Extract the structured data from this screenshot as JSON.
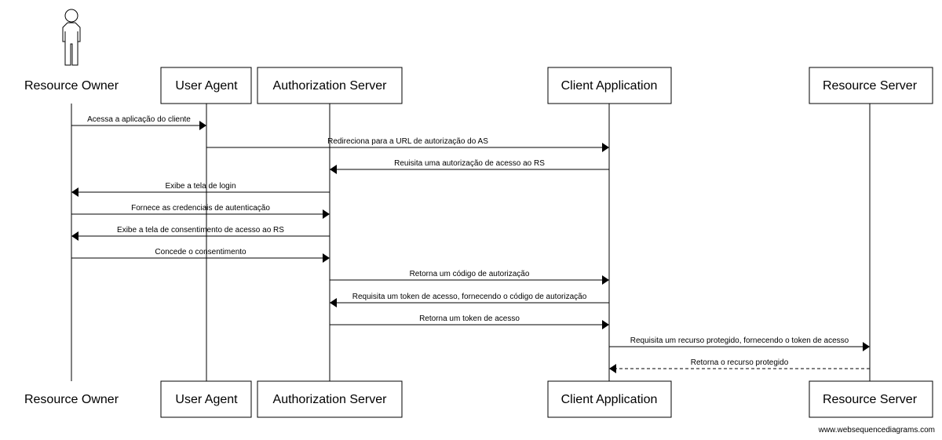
{
  "diagram": {
    "colors": {
      "line": "#000000",
      "box_fill": "#ffffff",
      "background": "#ffffff"
    },
    "participants": [
      {
        "id": "ro",
        "label": "Resource Owner",
        "kind": "actor"
      },
      {
        "id": "ua",
        "label": "User Agent",
        "kind": "box"
      },
      {
        "id": "as",
        "label": "Authorization Server",
        "kind": "box"
      },
      {
        "id": "ca",
        "label": "Client Application",
        "kind": "box"
      },
      {
        "id": "rs",
        "label": "Resource Server",
        "kind": "box"
      }
    ],
    "messages": [
      {
        "from": "ro",
        "to": "ua",
        "label": "Acessa a aplicação do cliente",
        "style": "solid"
      },
      {
        "from": "ua",
        "to": "ca",
        "label": "Redireciona para a URL de autorização do AS",
        "style": "solid"
      },
      {
        "from": "ca",
        "to": "as",
        "label": "Reuisita uma autorização de acesso ao RS",
        "style": "solid"
      },
      {
        "from": "as",
        "to": "ro",
        "label": "Exibe a tela de login",
        "style": "solid"
      },
      {
        "from": "ro",
        "to": "as",
        "label": "Fornece as credenciais de autenticação",
        "style": "solid"
      },
      {
        "from": "as",
        "to": "ro",
        "label": "Exibe a tela de consentimento de acesso ao RS",
        "style": "solid"
      },
      {
        "from": "ro",
        "to": "as",
        "label": "Concede o consentimento",
        "style": "solid"
      },
      {
        "from": "as",
        "to": "ca",
        "label": "Retorna um código de autorização",
        "style": "solid"
      },
      {
        "from": "ca",
        "to": "as",
        "label": "Requisita um token de acesso, fornecendo o código de autorização",
        "style": "solid"
      },
      {
        "from": "as",
        "to": "ca",
        "label": "Retorna um token de acesso",
        "style": "solid"
      },
      {
        "from": "ca",
        "to": "rs",
        "label": "Requisita um recurso protegido, fornecendo o token de acesso",
        "style": "solid"
      },
      {
        "from": "rs",
        "to": "ca",
        "label": "Retorna o recurso protegido",
        "style": "dashed"
      }
    ],
    "watermark": "www.websequencediagrams.com"
  }
}
